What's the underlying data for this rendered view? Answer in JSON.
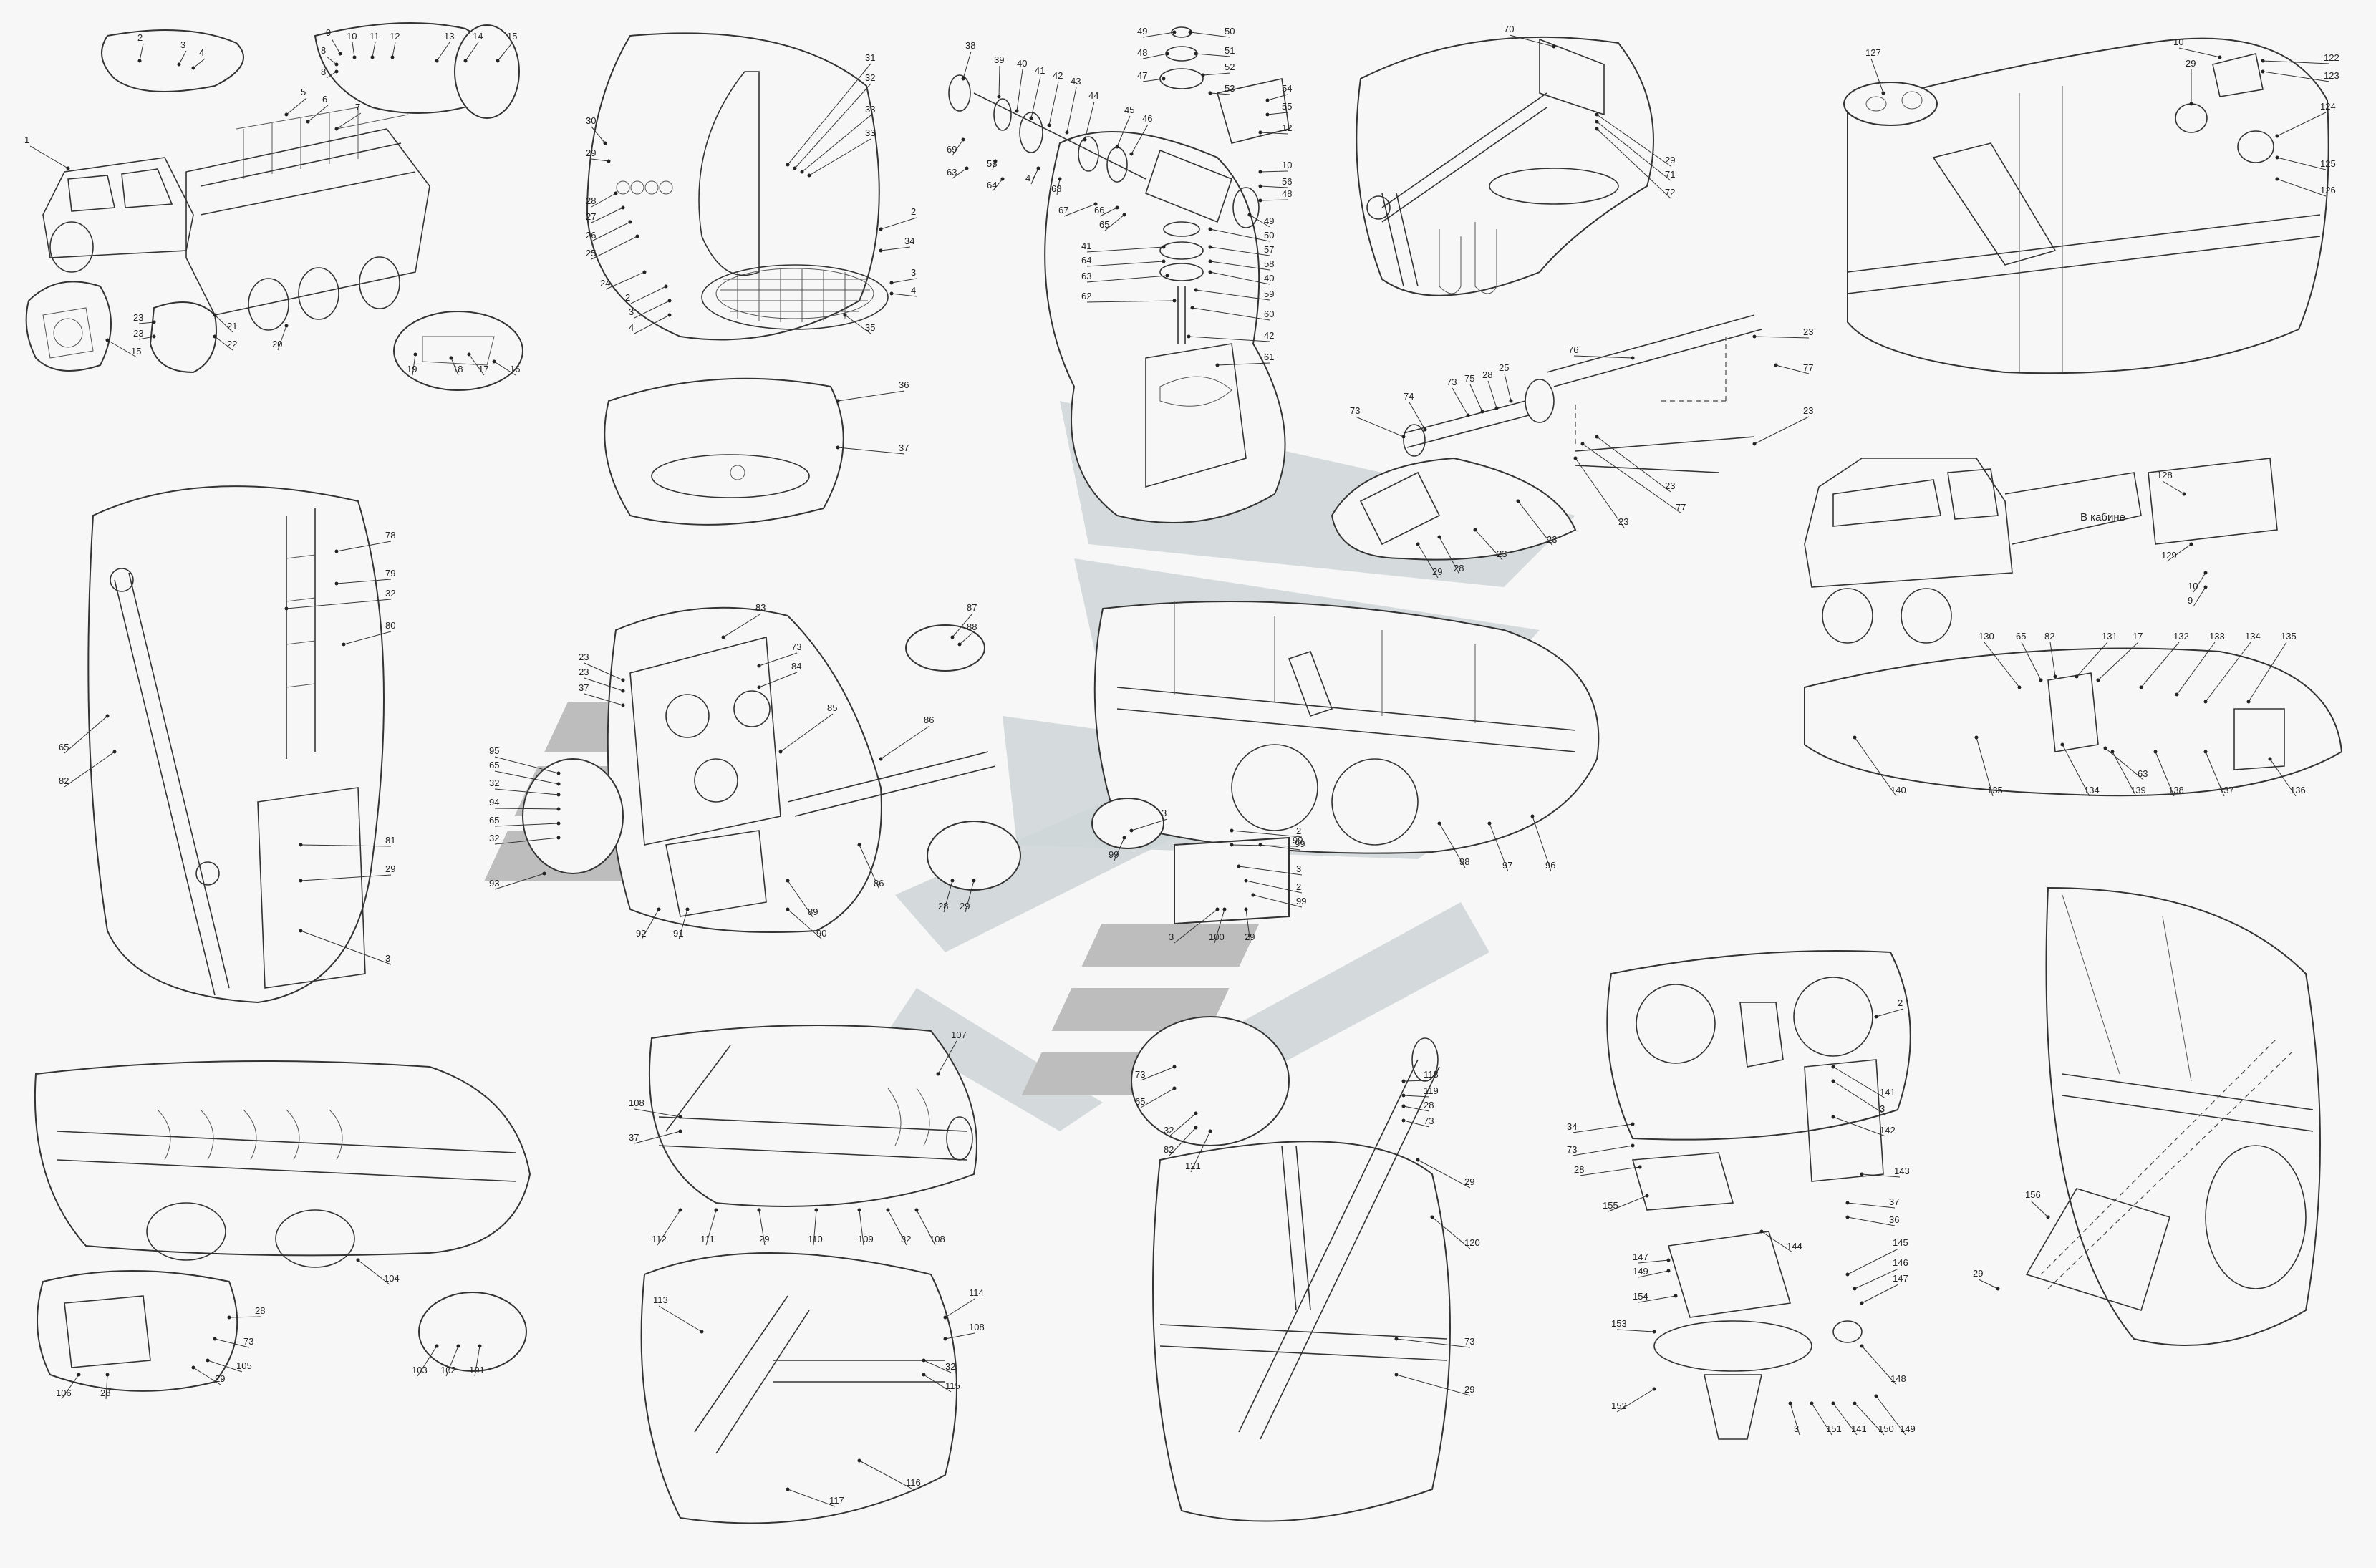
{
  "cab_note": "В кабине",
  "colors": {
    "background": "#f7f7f7",
    "line": "#333333",
    "watermark_light": "#cfd6d8",
    "watermark_dark": "#bdbdbd"
  },
  "callouts": [
    {
      "id": "c-1",
      "text": "1"
    },
    {
      "id": "c-2",
      "text": "2"
    },
    {
      "id": "c-3",
      "text": "3"
    },
    {
      "id": "c-4",
      "text": "4"
    },
    {
      "id": "c-5",
      "text": "5"
    },
    {
      "id": "c-6",
      "text": "6"
    },
    {
      "id": "c-7",
      "text": "7"
    },
    {
      "id": "c-8a",
      "text": "8"
    },
    {
      "id": "c-8b",
      "text": "8"
    },
    {
      "id": "c-9",
      "text": "9"
    },
    {
      "id": "c-10",
      "text": "10"
    },
    {
      "id": "c-11",
      "text": "11"
    },
    {
      "id": "c-12",
      "text": "12"
    },
    {
      "id": "c-13",
      "text": "13"
    },
    {
      "id": "c-14",
      "text": "14"
    },
    {
      "id": "c-15",
      "text": "15"
    },
    {
      "id": "c-15b",
      "text": "15"
    },
    {
      "id": "c-16",
      "text": "16"
    },
    {
      "id": "c-17",
      "text": "17"
    },
    {
      "id": "c-18",
      "text": "18"
    },
    {
      "id": "c-19",
      "text": "19"
    },
    {
      "id": "c-20",
      "text": "20"
    },
    {
      "id": "c-21",
      "text": "21"
    },
    {
      "id": "c-22",
      "text": "22"
    },
    {
      "id": "c-23a",
      "text": "23"
    },
    {
      "id": "c-23b",
      "text": "23"
    },
    {
      "id": "c-30",
      "text": "30"
    },
    {
      "id": "c-29a",
      "text": "29"
    },
    {
      "id": "c-28a",
      "text": "28"
    },
    {
      "id": "c-27",
      "text": "27"
    },
    {
      "id": "c-26",
      "text": "26"
    },
    {
      "id": "c-25",
      "text": "25"
    },
    {
      "id": "c-24",
      "text": "24"
    },
    {
      "id": "c-2b",
      "text": "2"
    },
    {
      "id": "c-3b",
      "text": "3"
    },
    {
      "id": "c-4b",
      "text": "4"
    },
    {
      "id": "c-31",
      "text": "31"
    },
    {
      "id": "c-32a",
      "text": "32"
    },
    {
      "id": "c-33a",
      "text": "33"
    },
    {
      "id": "c-33b",
      "text": "33"
    },
    {
      "id": "c-2c",
      "text": "2"
    },
    {
      "id": "c-34",
      "text": "34"
    },
    {
      "id": "c-3c",
      "text": "3"
    },
    {
      "id": "c-4c",
      "text": "4"
    },
    {
      "id": "c-35",
      "text": "35"
    },
    {
      "id": "c-36a",
      "text": "36"
    },
    {
      "id": "c-37a",
      "text": "37"
    },
    {
      "id": "c-38",
      "text": "38"
    },
    {
      "id": "c-39",
      "text": "39"
    },
    {
      "id": "c-40a",
      "text": "40"
    },
    {
      "id": "c-41a",
      "text": "41"
    },
    {
      "id": "c-42a",
      "text": "42"
    },
    {
      "id": "c-43",
      "text": "43"
    },
    {
      "id": "c-44",
      "text": "44"
    },
    {
      "id": "c-45",
      "text": "45"
    },
    {
      "id": "c-46",
      "text": "46"
    },
    {
      "id": "c-69",
      "text": "69"
    },
    {
      "id": "c-63a",
      "text": "63"
    },
    {
      "id": "c-58a",
      "text": "58"
    },
    {
      "id": "c-64a",
      "text": "64"
    },
    {
      "id": "c-47a",
      "text": "47"
    },
    {
      "id": "c-68",
      "text": "68"
    },
    {
      "id": "c-67",
      "text": "67"
    },
    {
      "id": "c-66",
      "text": "66"
    },
    {
      "id": "c-65a",
      "text": "65"
    },
    {
      "id": "c-49a",
      "text": "49"
    },
    {
      "id": "c-50a",
      "text": "50"
    },
    {
      "id": "c-48a",
      "text": "48"
    },
    {
      "id": "c-51",
      "text": "51"
    },
    {
      "id": "c-47b",
      "text": "47"
    },
    {
      "id": "c-52",
      "text": "52"
    },
    {
      "id": "c-53",
      "text": "53"
    },
    {
      "id": "c-54",
      "text": "54"
    },
    {
      "id": "c-55",
      "text": "55"
    },
    {
      "id": "c-12b",
      "text": "12"
    },
    {
      "id": "c-10b",
      "text": "10"
    },
    {
      "id": "c-56",
      "text": "56"
    },
    {
      "id": "c-48b",
      "text": "48"
    },
    {
      "id": "c-49b",
      "text": "49"
    },
    {
      "id": "c-50b",
      "text": "50"
    },
    {
      "id": "c-57",
      "text": "57"
    },
    {
      "id": "c-58b",
      "text": "58"
    },
    {
      "id": "c-40b",
      "text": "40"
    },
    {
      "id": "c-59",
      "text": "59"
    },
    {
      "id": "c-60",
      "text": "60"
    },
    {
      "id": "c-41b",
      "text": "41"
    },
    {
      "id": "c-64b",
      "text": "64"
    },
    {
      "id": "c-63b",
      "text": "63"
    },
    {
      "id": "c-62",
      "text": "62"
    },
    {
      "id": "c-42b",
      "text": "42"
    },
    {
      "id": "c-61",
      "text": "61"
    },
    {
      "id": "c-70",
      "text": "70"
    },
    {
      "id": "c-29b",
      "text": "29"
    },
    {
      "id": "c-71",
      "text": "71"
    },
    {
      "id": "c-72",
      "text": "72"
    },
    {
      "id": "c-76",
      "text": "76"
    },
    {
      "id": "c-23c",
      "text": "23"
    },
    {
      "id": "c-77a",
      "text": "77"
    },
    {
      "id": "c-73a",
      "text": "73"
    },
    {
      "id": "c-74",
      "text": "74"
    },
    {
      "id": "c-73b",
      "text": "73"
    },
    {
      "id": "c-75",
      "text": "75"
    },
    {
      "id": "c-28b",
      "text": "28"
    },
    {
      "id": "c-25b",
      "text": "25"
    },
    {
      "id": "c-23d",
      "text": "23"
    },
    {
      "id": "c-23e",
      "text": "23"
    },
    {
      "id": "c-23f",
      "text": "23"
    },
    {
      "id": "c-23g",
      "text": "23"
    },
    {
      "id": "c-77b",
      "text": "77"
    },
    {
      "id": "c-23h",
      "text": "23"
    },
    {
      "id": "c-29c",
      "text": "29"
    },
    {
      "id": "c-28c",
      "text": "28"
    },
    {
      "id": "c-127",
      "text": "127"
    },
    {
      "id": "c-10c",
      "text": "10"
    },
    {
      "id": "c-122",
      "text": "122"
    },
    {
      "id": "c-123",
      "text": "123"
    },
    {
      "id": "c-29d",
      "text": "29"
    },
    {
      "id": "c-124",
      "text": "124"
    },
    {
      "id": "c-125",
      "text": "125"
    },
    {
      "id": "c-126",
      "text": "126"
    },
    {
      "id": "c-128",
      "text": "128"
    },
    {
      "id": "c-129",
      "text": "129"
    },
    {
      "id": "c-10d",
      "text": "10"
    },
    {
      "id": "c-9b",
      "text": "9"
    },
    {
      "id": "c-130",
      "text": "130"
    },
    {
      "id": "c-65b",
      "text": "65"
    },
    {
      "id": "c-82a",
      "text": "82"
    },
    {
      "id": "c-131",
      "text": "131"
    },
    {
      "id": "c-17b",
      "text": "17"
    },
    {
      "id": "c-132",
      "text": "132"
    },
    {
      "id": "c-133",
      "text": "133"
    },
    {
      "id": "c-134a",
      "text": "134"
    },
    {
      "id": "c-135a",
      "text": "135"
    },
    {
      "id": "c-140",
      "text": "140"
    },
    {
      "id": "c-135b",
      "text": "135"
    },
    {
      "id": "c-134b",
      "text": "134"
    },
    {
      "id": "c-139",
      "text": "139"
    },
    {
      "id": "c-63c",
      "text": "63"
    },
    {
      "id": "c-138",
      "text": "138"
    },
    {
      "id": "c-137",
      "text": "137"
    },
    {
      "id": "c-136",
      "text": "136"
    },
    {
      "id": "c-78",
      "text": "78"
    },
    {
      "id": "c-79",
      "text": "79"
    },
    {
      "id": "c-32b",
      "text": "32"
    },
    {
      "id": "c-80",
      "text": "80"
    },
    {
      "id": "c-65c",
      "text": "65"
    },
    {
      "id": "c-82b",
      "text": "82"
    },
    {
      "id": "c-81",
      "text": "81"
    },
    {
      "id": "c-29e",
      "text": "29"
    },
    {
      "id": "c-3d",
      "text": "3"
    },
    {
      "id": "c-83",
      "text": "83"
    },
    {
      "id": "c-23i",
      "text": "23"
    },
    {
      "id": "c-23j",
      "text": "23"
    },
    {
      "id": "c-37b",
      "text": "37"
    },
    {
      "id": "c-73c",
      "text": "73"
    },
    {
      "id": "c-84",
      "text": "84"
    },
    {
      "id": "c-85",
      "text": "85"
    },
    {
      "id": "c-86a",
      "text": "86"
    },
    {
      "id": "c-87",
      "text": "87"
    },
    {
      "id": "c-88",
      "text": "88"
    },
    {
      "id": "c-95",
      "text": "95"
    },
    {
      "id": "c-65d",
      "text": "65"
    },
    {
      "id": "c-32c",
      "text": "32"
    },
    {
      "id": "c-94",
      "text": "94"
    },
    {
      "id": "c-65e",
      "text": "65"
    },
    {
      "id": "c-32d",
      "text": "32"
    },
    {
      "id": "c-93",
      "text": "93"
    },
    {
      "id": "c-86b",
      "text": "86"
    },
    {
      "id": "c-28d",
      "text": "28"
    },
    {
      "id": "c-29f",
      "text": "29"
    },
    {
      "id": "c-89",
      "text": "89"
    },
    {
      "id": "c-92",
      "text": "92"
    },
    {
      "id": "c-91",
      "text": "91"
    },
    {
      "id": "c-90",
      "text": "90"
    },
    {
      "id": "c-3e",
      "text": "3"
    },
    {
      "id": "c-99a",
      "text": "99"
    },
    {
      "id": "c-99b",
      "text": "99"
    },
    {
      "id": "c-2d",
      "text": "2"
    },
    {
      "id": "c-3f",
      "text": "3"
    },
    {
      "id": "c-2e",
      "text": "2"
    },
    {
      "id": "c-99c",
      "text": "99"
    },
    {
      "id": "c-3g",
      "text": "3"
    },
    {
      "id": "c-100",
      "text": "100"
    },
    {
      "id": "c-29g",
      "text": "29"
    },
    {
      "id": "c-98",
      "text": "98"
    },
    {
      "id": "c-97",
      "text": "97"
    },
    {
      "id": "c-96",
      "text": "96"
    },
    {
      "id": "c-99d",
      "text": "99"
    },
    {
      "id": "c-104",
      "text": "104"
    },
    {
      "id": "c-28e",
      "text": "28"
    },
    {
      "id": "c-73d",
      "text": "73"
    },
    {
      "id": "c-105",
      "text": "105"
    },
    {
      "id": "c-29h",
      "text": "29"
    },
    {
      "id": "c-106",
      "text": "106"
    },
    {
      "id": "c-28f",
      "text": "28"
    },
    {
      "id": "c-103",
      "text": "103"
    },
    {
      "id": "c-102",
      "text": "102"
    },
    {
      "id": "c-101",
      "text": "101"
    },
    {
      "id": "c-107",
      "text": "107"
    },
    {
      "id": "c-108a",
      "text": "108"
    },
    {
      "id": "c-37c",
      "text": "37"
    },
    {
      "id": "c-112",
      "text": "112"
    },
    {
      "id": "c-111",
      "text": "111"
    },
    {
      "id": "c-29i",
      "text": "29"
    },
    {
      "id": "c-110",
      "text": "110"
    },
    {
      "id": "c-109",
      "text": "109"
    },
    {
      "id": "c-32e",
      "text": "32"
    },
    {
      "id": "c-108b",
      "text": "108"
    },
    {
      "id": "c-113",
      "text": "113"
    },
    {
      "id": "c-114",
      "text": "114"
    },
    {
      "id": "c-108c",
      "text": "108"
    },
    {
      "id": "c-32f",
      "text": "32"
    },
    {
      "id": "c-115",
      "text": "115"
    },
    {
      "id": "c-116",
      "text": "116"
    },
    {
      "id": "c-117",
      "text": "117"
    },
    {
      "id": "c-73e",
      "text": "73"
    },
    {
      "id": "c-65f",
      "text": "65"
    },
    {
      "id": "c-32g",
      "text": "32"
    },
    {
      "id": "c-82c",
      "text": "82"
    },
    {
      "id": "c-121",
      "text": "121"
    },
    {
      "id": "c-118",
      "text": "118"
    },
    {
      "id": "c-119",
      "text": "119"
    },
    {
      "id": "c-28g",
      "text": "28"
    },
    {
      "id": "c-73f",
      "text": "73"
    },
    {
      "id": "c-29j",
      "text": "29"
    },
    {
      "id": "c-120",
      "text": "120"
    },
    {
      "id": "c-73g",
      "text": "73"
    },
    {
      "id": "c-29k",
      "text": "29"
    },
    {
      "id": "c-2f",
      "text": "2"
    },
    {
      "id": "c-141a",
      "text": "141"
    },
    {
      "id": "c-3h",
      "text": "3"
    },
    {
      "id": "c-142",
      "text": "142"
    },
    {
      "id": "c-34b",
      "text": "34"
    },
    {
      "id": "c-73h",
      "text": "73"
    },
    {
      "id": "c-28h",
      "text": "28"
    },
    {
      "id": "c-143",
      "text": "143"
    },
    {
      "id": "c-155",
      "text": "155"
    },
    {
      "id": "c-37d",
      "text": "37"
    },
    {
      "id": "c-36b",
      "text": "36"
    },
    {
      "id": "c-144",
      "text": "144"
    },
    {
      "id": "c-147a",
      "text": "147"
    },
    {
      "id": "c-149a",
      "text": "149"
    },
    {
      "id": "c-145",
      "text": "145"
    },
    {
      "id": "c-146",
      "text": "146"
    },
    {
      "id": "c-147b",
      "text": "147"
    },
    {
      "id": "c-154",
      "text": "154"
    },
    {
      "id": "c-153",
      "text": "153"
    },
    {
      "id": "c-148",
      "text": "148"
    },
    {
      "id": "c-152",
      "text": "152"
    },
    {
      "id": "c-3i",
      "text": "3"
    },
    {
      "id": "c-151",
      "text": "151"
    },
    {
      "id": "c-141b",
      "text": "141"
    },
    {
      "id": "c-150",
      "text": "150"
    },
    {
      "id": "c-149b",
      "text": "149"
    },
    {
      "id": "c-156",
      "text": "156"
    },
    {
      "id": "c-29l",
      "text": "29"
    }
  ]
}
